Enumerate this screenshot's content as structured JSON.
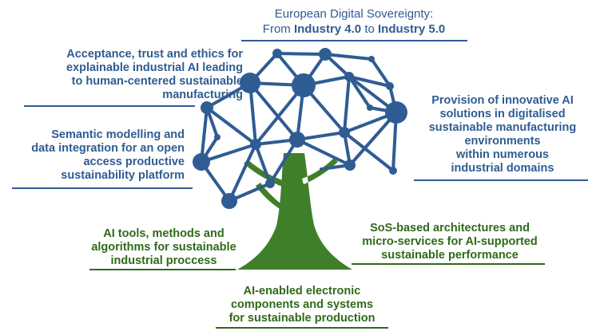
{
  "title": {
    "line1": "European Digital Sovereignty:",
    "line2_prefix": "From ",
    "line2_bold_a": "Industry 4.0",
    "line2_mid": " to ",
    "line2_bold_b": "Industry 5.0"
  },
  "labels": {
    "acceptance": "Acceptance, trust and ethics for\nexplainable industrial AI leading\nto human-centered sustainable\nmanufacturing",
    "semantic": "Semantic modelling and\ndata integration for an open\naccess productive\nsustainability platform",
    "provision": "Provision of innovative AI\nsolutions in digitalised\nsustainable manufacturing\nenvironments\nwithin numerous\nindustrial domains",
    "ai_tools": "AI tools, methods and\nalgorithms for sustainable\nindustrial proccess",
    "sos": "SoS-based architectures and\nmicro-services for AI-supported\nsustainable performance",
    "ai_enabled": "AI-enabled electronic\ncomponents and systems\nfor sustainable production"
  },
  "colors": {
    "blue": "#2f5c93",
    "green": "#2f6a1a",
    "trunk": "#3f7f2a"
  }
}
